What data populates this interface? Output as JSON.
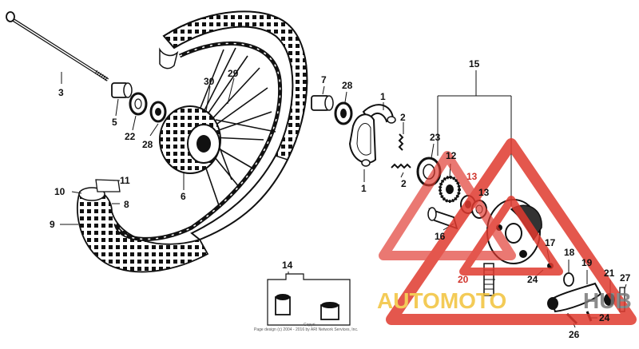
{
  "labels": {
    "l1a": "1",
    "l1b": "1",
    "l2a": "2",
    "l2b": "2",
    "l3": "3",
    "l5": "5",
    "l6": "6",
    "l7": "7",
    "l8": "8",
    "l9": "9",
    "l10": "10",
    "l11": "11",
    "l12": "12",
    "l13a": "13",
    "l13b": "13",
    "l14": "14",
    "l15": "15",
    "l16": "16",
    "l17": "17",
    "l18": "18",
    "l19": "19",
    "l20": "20",
    "l21": "21",
    "l22": "22",
    "l23": "23",
    "l24a": "24",
    "l24b": "24",
    "l26": "26",
    "l27": "27",
    "l28a": "28",
    "l28b": "28",
    "l29": "29",
    "l30": "30"
  },
  "copyright": {
    "line1": "Copyri",
    "line2": "Page design (c) 2004 - 2016 by ARI Network Services, Inc."
  },
  "watermark": {
    "word1": "AUTOMOTO",
    "word2": "HUB",
    "color_red": "#e03a2f",
    "color_gold": "#f2c23a"
  }
}
